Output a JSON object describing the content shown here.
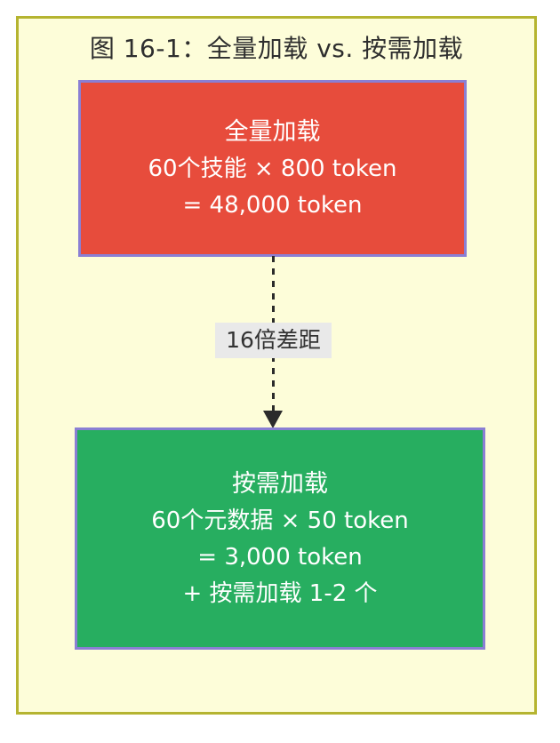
{
  "diagram": {
    "type": "flow-comparison",
    "title": "图 16-1：全量加载 vs. 按需加载",
    "frame": {
      "background_color": "#fdfdd9",
      "border_color": "#b5b430"
    },
    "nodes": [
      {
        "id": "full-load",
        "title": "全量加载",
        "lines": [
          "60个技能 × 800 token",
          "= 48,000 token"
        ],
        "fill_color": "#e74c3c",
        "border_color": "#8a7fd4",
        "text_color": "#ffffff"
      },
      {
        "id": "on-demand-load",
        "title": "按需加载",
        "lines": [
          "60个元数据 × 50 token",
          "= 3,000 token",
          "+ 按需加载 1-2 个"
        ],
        "fill_color": "#27ae60",
        "border_color": "#8a7fd4",
        "text_color": "#ffffff"
      }
    ],
    "connector": {
      "label": "16倍差距",
      "label_background_color": "#e9e9e9",
      "label_text_color": "#333333",
      "line_style": "dashed",
      "line_color": "#2b2b2b",
      "direction": "down"
    }
  }
}
